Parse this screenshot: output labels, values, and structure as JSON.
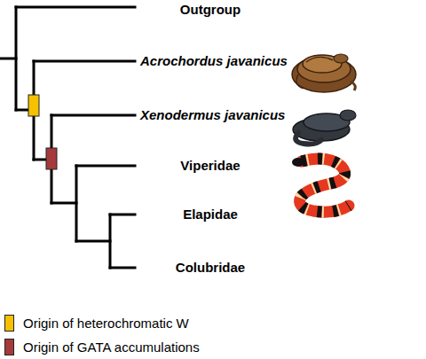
{
  "diagram": {
    "labels": [
      "Outgroup",
      "Acrochordus javanicus",
      "Xenodermus javanicus",
      "Viperidae",
      "Elapidae",
      "Colubridae"
    ],
    "legend": [
      {
        "text": "Origin of heterochromatic W",
        "color": "#f6c100"
      },
      {
        "text": "Origin of GATA accumulations",
        "color": "#a53a3c"
      }
    ]
  }
}
